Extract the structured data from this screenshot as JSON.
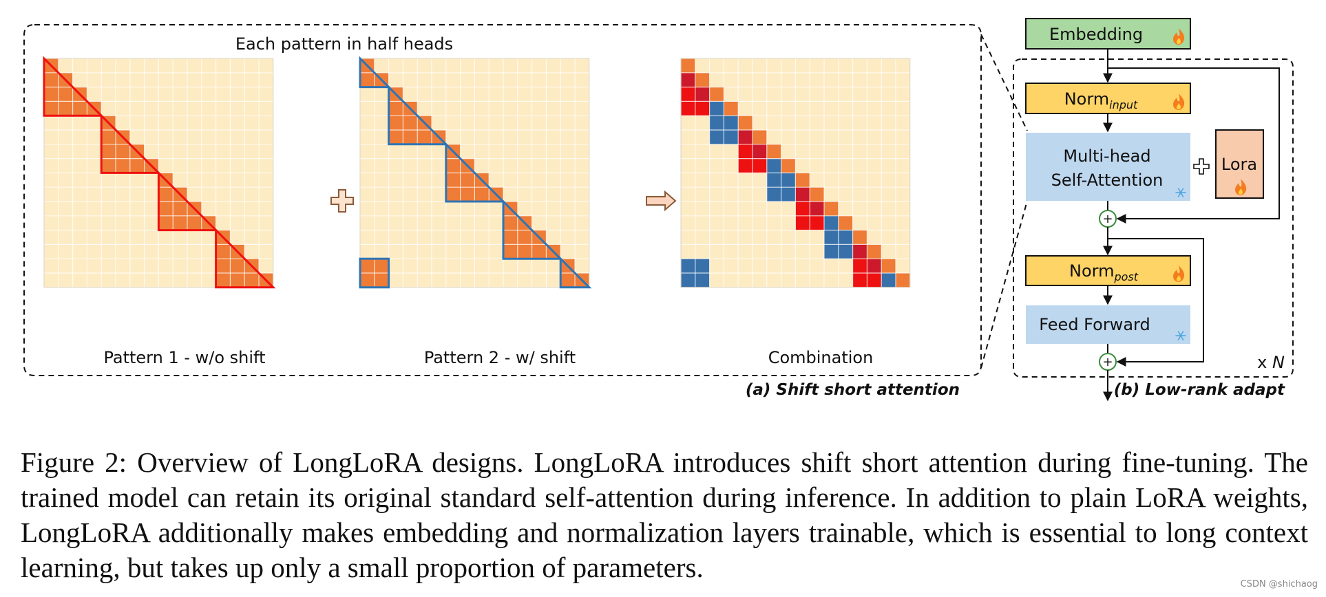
{
  "panel_a": {
    "header": "Each pattern in half heads",
    "pattern1_label": "Pattern 1 - w/o shift",
    "pattern2_label": "Pattern 2 - w/ shift",
    "combination_label": "Combination",
    "caption": "(a) Shift short attention",
    "plus_symbol": "plus-icon",
    "arrow_symbol": "right-arrow-icon",
    "grid_size": 16,
    "group_size": 4,
    "colors": {
      "cell_bg": "#fdebc3",
      "cell_line": "#d8d2c4",
      "orange": "#ee7b36",
      "red_border": "#ee1111",
      "blue_border": "#2e75b6",
      "red_fill": "#ee1111",
      "dark_red": "#cc1a2c",
      "blue_fill": "#3871aa"
    }
  },
  "panel_b": {
    "embedding": "Embedding",
    "norm_input_base": "Norm",
    "norm_input_sub": "input",
    "mha_line1": "Multi-head",
    "mha_line2": "Self-Attention",
    "lora": "Lora",
    "norm_post_base": "Norm",
    "norm_post_sub": "post",
    "feed_forward": "Feed Forward",
    "repeat_x": "x ",
    "repeat_n": "N",
    "caption": "(b) Low-rank adapt",
    "trainable_icon": "fire-icon",
    "frozen_icon": "snowflake-icon",
    "colors": {
      "embedding": "#a9d8a0",
      "norm": "#ffd466",
      "frozen": "#bdd7ee",
      "lora": "#f8cbad"
    }
  },
  "caption": "Figure 2: Overview of LongLoRA designs. LongLoRA introduces shift short attention during fine-tuning. The trained model can retain its original standard self-attention during inference. In addition to plain LoRA weights, LongLoRA additionally makes embedding and normalization layers trainable, which is essential to long context learning, but takes up only a small proportion of parameters.",
  "watermark": "CSDN @shichaog"
}
